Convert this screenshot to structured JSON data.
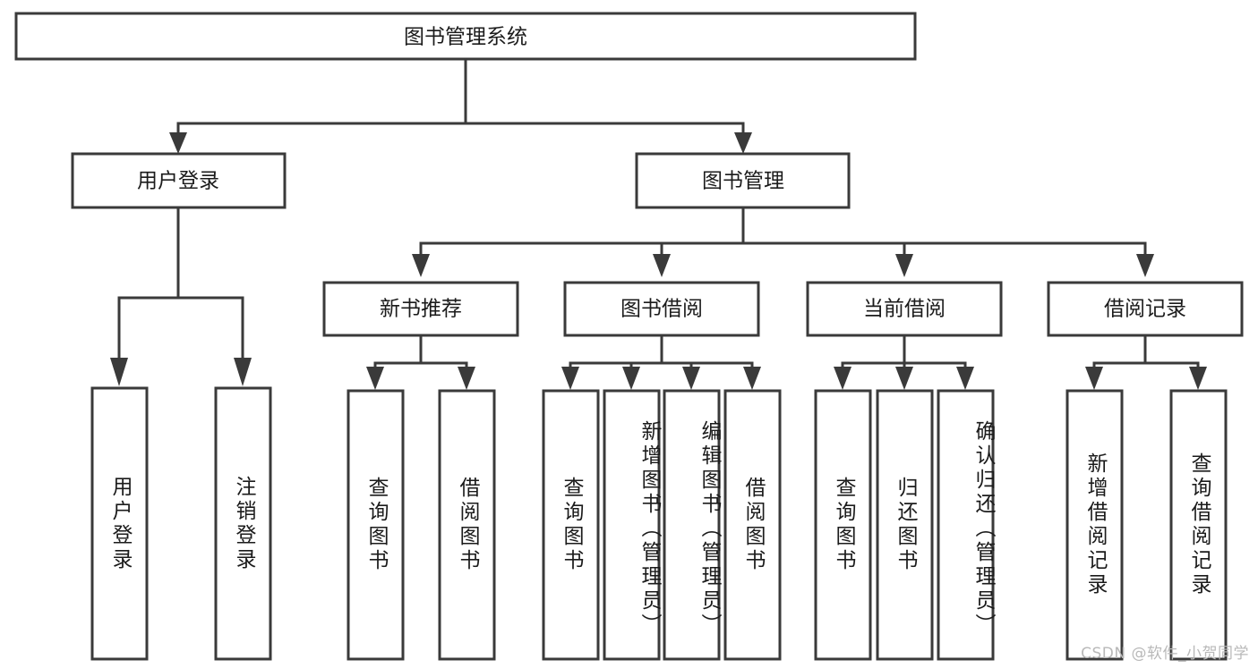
{
  "diagram": {
    "type": "tree",
    "title": "图书管理系统",
    "root": {
      "id": "root",
      "label": "图书管理系统",
      "orientation": "horizontal"
    },
    "level2": [
      {
        "id": "user-login",
        "label": "用户登录",
        "orientation": "horizontal"
      },
      {
        "id": "book-manage",
        "label": "图书管理",
        "orientation": "horizontal"
      }
    ],
    "level3": [
      {
        "id": "new-book-rec",
        "label": "新书推荐",
        "orientation": "horizontal",
        "parent": "book-manage"
      },
      {
        "id": "book-borrow",
        "label": "图书借阅",
        "orientation": "horizontal",
        "parent": "book-manage"
      },
      {
        "id": "current-borrow",
        "label": "当前借阅",
        "orientation": "horizontal",
        "parent": "book-manage"
      },
      {
        "id": "borrow-record",
        "label": "借阅记录",
        "orientation": "horizontal",
        "parent": "book-manage"
      }
    ],
    "leaves": [
      {
        "id": "leaf-user-login",
        "label": "用户登录",
        "parent": "user-login",
        "orientation": "vertical"
      },
      {
        "id": "leaf-user-logout",
        "label": "注销登录",
        "parent": "user-login",
        "orientation": "vertical"
      },
      {
        "id": "leaf-query-book-1",
        "label": "查询图书",
        "parent": "new-book-rec",
        "orientation": "vertical"
      },
      {
        "id": "leaf-borrow-book-1",
        "label": "借阅图书",
        "parent": "new-book-rec",
        "orientation": "vertical"
      },
      {
        "id": "leaf-query-book-2",
        "label": "查询图书",
        "parent": "book-borrow",
        "orientation": "vertical"
      },
      {
        "id": "leaf-add-book",
        "label": "新增图书（管理员）",
        "parent": "book-borrow",
        "orientation": "vertical"
      },
      {
        "id": "leaf-edit-book",
        "label": "编辑图书（管理员）",
        "parent": "book-borrow",
        "orientation": "vertical"
      },
      {
        "id": "leaf-borrow-book-2",
        "label": "借阅图书",
        "parent": "book-borrow",
        "orientation": "vertical"
      },
      {
        "id": "leaf-query-book-3",
        "label": "查询图书",
        "parent": "current-borrow",
        "orientation": "vertical"
      },
      {
        "id": "leaf-return-book",
        "label": "归还图书",
        "parent": "current-borrow",
        "orientation": "vertical"
      },
      {
        "id": "leaf-confirm-return",
        "label": "确认归还（管理员）",
        "parent": "current-borrow",
        "orientation": "vertical"
      },
      {
        "id": "leaf-add-record",
        "label": "新增借阅记录",
        "parent": "borrow-record",
        "orientation": "vertical"
      },
      {
        "id": "leaf-query-record",
        "label": "查询借阅记录",
        "parent": "borrow-record",
        "orientation": "vertical"
      }
    ]
  },
  "watermark": {
    "text": "CSDN @软件_小贺同学"
  },
  "colors": {
    "box_stroke": "#3a3a3a",
    "box_fill": "#ffffff",
    "text": "#1b1b1b",
    "background": "#ffffff",
    "watermark": "#b9b9b9"
  }
}
